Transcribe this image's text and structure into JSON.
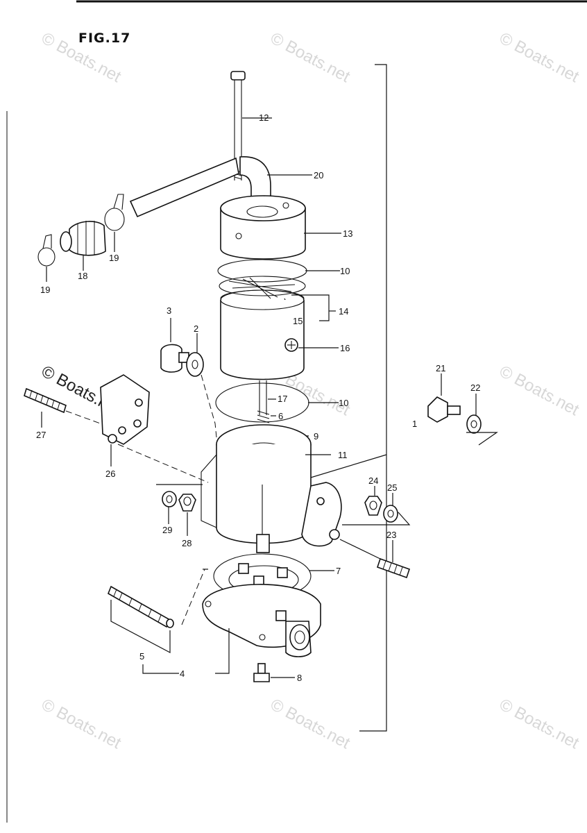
{
  "figure": {
    "title": "FIG.17"
  },
  "watermark": {
    "text": "© Boats.net",
    "text_dark": "© Boats.net"
  },
  "callouts": {
    "c1": "1",
    "c2": "2",
    "c3": "3",
    "c4": "4",
    "c5": "5",
    "c6": "6",
    "c7": "7",
    "c8": "8",
    "c9": "9",
    "c10a": "10",
    "c10b": "10",
    "c11": "11",
    "c12": "12",
    "c13": "13",
    "c14": "14",
    "c15": "15",
    "c16": "16",
    "c17": "17",
    "c18": "18",
    "c19a": "19",
    "c19b": "19",
    "c20": "20",
    "c21": "21",
    "c22": "22",
    "c23": "23",
    "c24": "24",
    "c25": "25",
    "c26": "26",
    "c27": "27",
    "c28": "28",
    "c29": "29"
  }
}
